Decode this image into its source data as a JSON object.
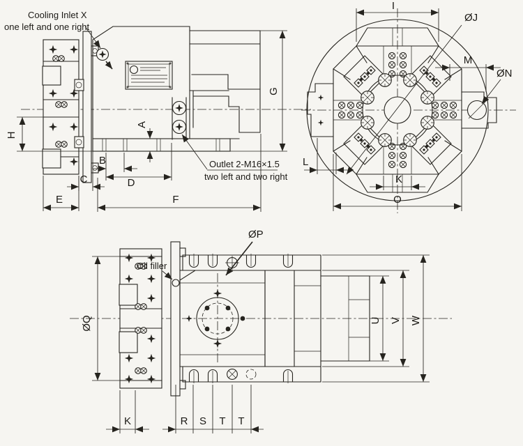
{
  "colors": {
    "background": "#f6f5f1",
    "ink": "#26241f"
  },
  "annotations": {
    "cooling_1": "Cooling Inlet X",
    "cooling_2": "one left and one right",
    "outlet_1": "Outlet 2-M16×1.5",
    "outlet_2": "two left and two right",
    "oil_filler": "Oil filler"
  },
  "side_dims": {
    "H": "H",
    "A": "A",
    "B": "B",
    "C": "C",
    "D": "D",
    "E": "E",
    "F": "F",
    "G": "G"
  },
  "front_dims": {
    "I": "I",
    "J": "ØJ",
    "M": "M",
    "N": "ØN",
    "L": "L",
    "K": "K",
    "O": "O"
  },
  "plan_dims": {
    "Q": "ØQ",
    "P": "ØP",
    "U": "U",
    "V": "V",
    "W": "W",
    "K": "K",
    "R": "R",
    "S": "S",
    "T1": "T",
    "T2": "T"
  }
}
